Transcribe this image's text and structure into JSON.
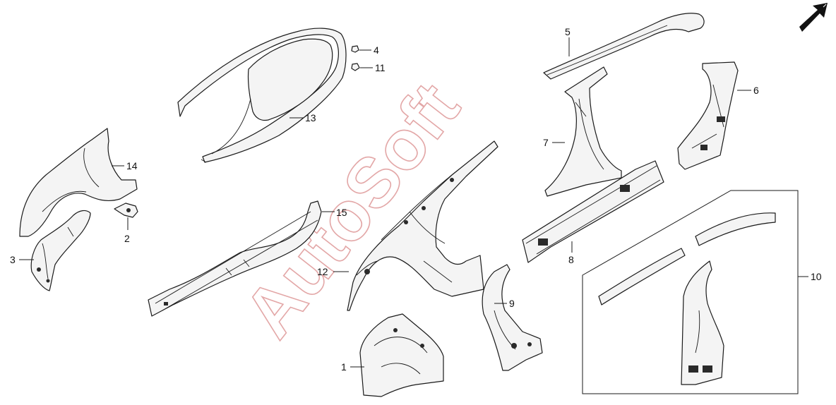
{
  "watermark": "AutoSoft",
  "direction_indicator": "arrow-front-icon",
  "callouts": {
    "c1": "1",
    "c2": "2",
    "c3": "3",
    "c4": "4",
    "c5": "5",
    "c6": "6",
    "c7": "7",
    "c8": "8",
    "c9": "9",
    "c10": "10",
    "c11": "11",
    "c12": "12",
    "c13": "13",
    "c14": "14",
    "c15": "15"
  }
}
